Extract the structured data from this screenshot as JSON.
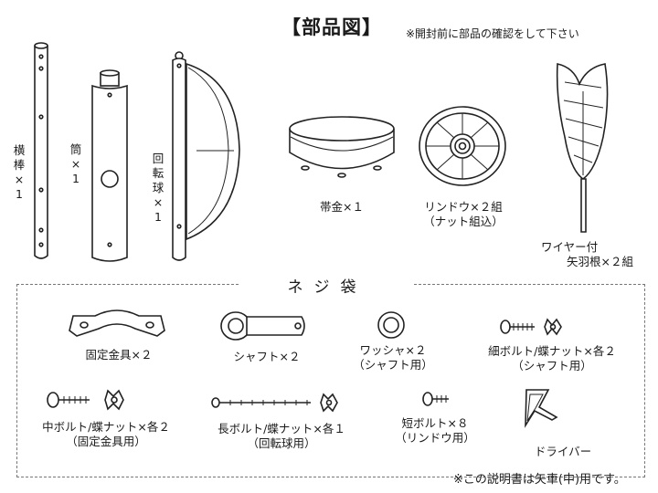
{
  "header": {
    "title": "【部品図】",
    "note": "※開封前に部品の確認をして下さい"
  },
  "parts": {
    "crossbar": [
      "横",
      "棒",
      "×",
      "1"
    ],
    "tube": [
      "筒",
      "×",
      "1"
    ],
    "rotating_ball": [
      "回",
      "転",
      "球",
      "×",
      "1"
    ],
    "band": "帯金×１",
    "rindo_line1": "リンドウ×２組",
    "rindo_line2": "（ナット組込）",
    "arrow_line1": "ワイヤー付",
    "arrow_line2": "矢羽根×２組"
  },
  "screw_bag": {
    "title": "ネジ袋",
    "items": {
      "fixing_bracket": "固定金具×２",
      "shaft": "シャフト×２",
      "washer_line1": "ワッシャ×２",
      "washer_line2": "（シャフト用）",
      "thin_bolt_line1": "細ボルト/蝶ナット×各２",
      "thin_bolt_line2": "（シャフト用）",
      "mid_bolt_line1": "中ボルト/蝶ナット×各２",
      "mid_bolt_line2": "（固定金具用）",
      "long_bolt_line1": "長ボルト/蝶ナット×各１",
      "long_bolt_line2": "（回転球用）",
      "short_bolt_line1": "短ボルト×８",
      "short_bolt_line2": "（リンドウ用）",
      "driver": "ドライバー"
    }
  },
  "footer": {
    "note": "※この説明書は矢車(中)用です。"
  }
}
